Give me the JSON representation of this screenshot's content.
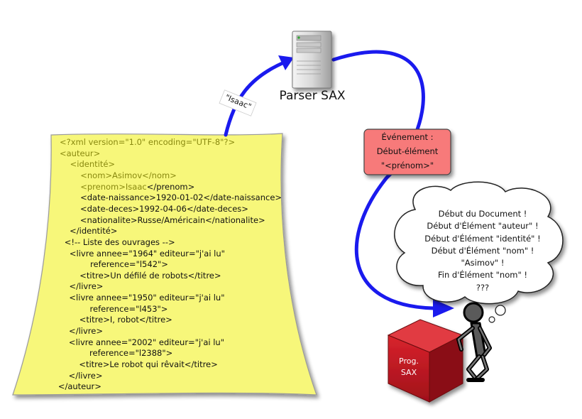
{
  "parser": {
    "label": "Parser SAX"
  },
  "tag_label": "\"Isaac\"",
  "event_box": {
    "line1": "Événement :",
    "line2": "Début-élément",
    "line3": "\"<prénom>\""
  },
  "program_box": {
    "line1": "Prog.",
    "line2": "SAX"
  },
  "thought_bubble": {
    "lines": [
      "Début du Document !",
      "Début d'Élément \"auteur\" !",
      "Début d'Élément \"identité\" !",
      "Début d'Élément \"nom\" !",
      "\"Asimov\" !",
      "Fin d'Élément \"nom\" !",
      "???"
    ]
  },
  "xml_document": {
    "lines": [
      {
        "old": "<?xml version=\"1.0\" encoding=\"UTF-8\"?>",
        "new": ""
      },
      {
        "old": "<auteur>",
        "new": ""
      },
      {
        "old": "    <identité>",
        "new": ""
      },
      {
        "old": "        <nom>Asimov</nom>",
        "new": ""
      },
      {
        "old": "        <prenom>Isaac",
        "new": "</prenom>"
      },
      {
        "old": "",
        "new": "        <date-naissance>1920-01-02</date-naissance>"
      },
      {
        "old": "",
        "new": "        <date-deces>1992-04-06</date-deces>"
      },
      {
        "old": "",
        "new": "        <nationalite>Russe/Américain</nationalite>"
      },
      {
        "old": "",
        "new": "    </identité>"
      },
      {
        "old": "",
        "new": "  <!-- Liste des ouvrages -->"
      },
      {
        "old": "",
        "new": "    <livre annee=\"1964\" editeur=\"j'ai lu\""
      },
      {
        "old": "",
        "new": "            reference=\"l542\">"
      },
      {
        "old": "",
        "new": "        <titre>Un défilé de robots</titre>"
      },
      {
        "old": "",
        "new": "    </livre>"
      },
      {
        "old": "",
        "new": "    <livre annee=\"1950\" editeur=\"j'ai lu\""
      },
      {
        "old": "",
        "new": "            reference=\"l453\">"
      },
      {
        "old": "",
        "new": "        <titre>I, robot</titre>"
      },
      {
        "old": "",
        "new": "    </livre>"
      },
      {
        "old": "",
        "new": "    <livre annee=\"2002\" editeur=\"j'ai lu\""
      },
      {
        "old": "",
        "new": "            reference=\"l2388\">"
      },
      {
        "old": "",
        "new": "        <titre>Le robot qui rêvait</titre>"
      },
      {
        "old": "",
        "new": "    </livre>"
      },
      {
        "old": "",
        "new": "</auteur>"
      }
    ]
  },
  "colors": {
    "arrow": "#1a1aee",
    "paper_fill": "#f7f77a",
    "paper_border": "#9a9a9a",
    "parsed_text": "#8a8a10",
    "event_fill": "#f77a7a",
    "box_red": "#c8141e",
    "bubble_fill": "#ffffff"
  }
}
